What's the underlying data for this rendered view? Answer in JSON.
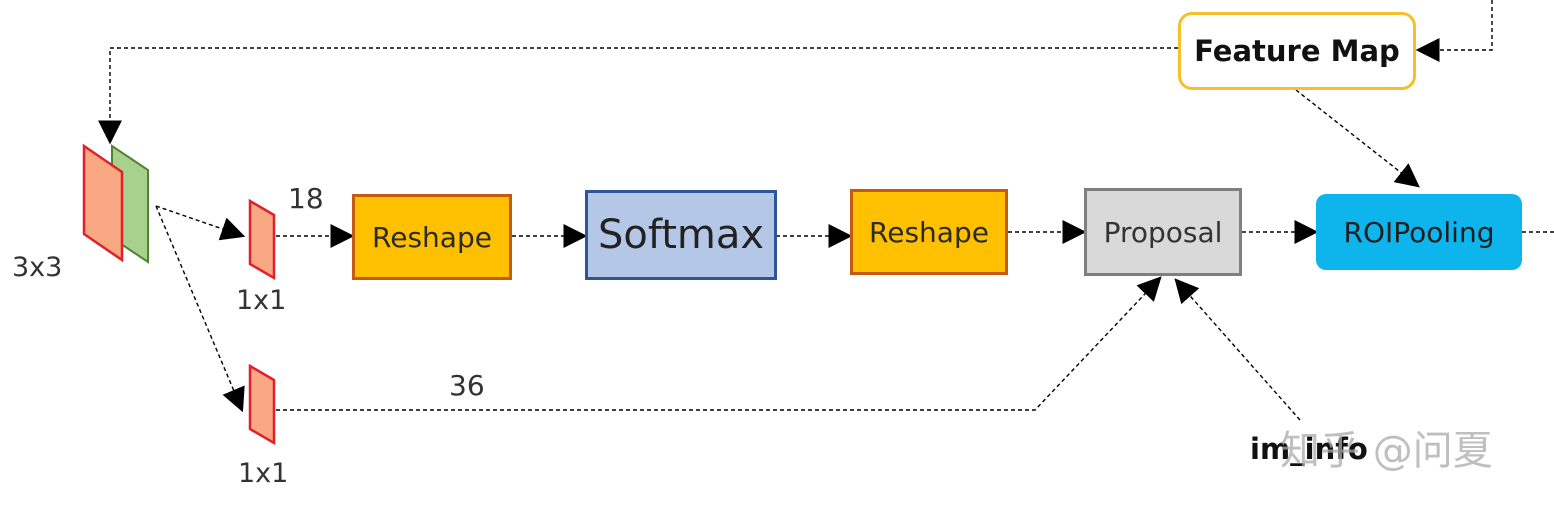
{
  "labels": {
    "kernel": "3x3",
    "conv_top": "1x1",
    "conv_bottom": "1x1",
    "channels_top": "18",
    "channels_bottom": "36",
    "im_info": "im_info"
  },
  "boxes": {
    "feature_map": "Feature Map",
    "reshape_1": "Reshape",
    "softmax": "Softmax",
    "reshape_2": "Reshape",
    "proposal": "Proposal",
    "roi_pooling": "ROIPooling"
  },
  "watermark": "知乎 @问夏",
  "colors": {
    "feature_map_border": "#F5C02B",
    "reshape_fill": "#FFC000",
    "reshape_border": "#C55A11",
    "softmax_fill": "#B4C7E7",
    "softmax_border": "#2F5597",
    "proposal_fill": "#D9D9D9",
    "proposal_border": "#7F7F7F",
    "roi_fill": "#0EB4EC",
    "kernel_orange": "#F8A882",
    "kernel_green": "#A9D18E",
    "kernel_red_edge": "#E0202A"
  }
}
